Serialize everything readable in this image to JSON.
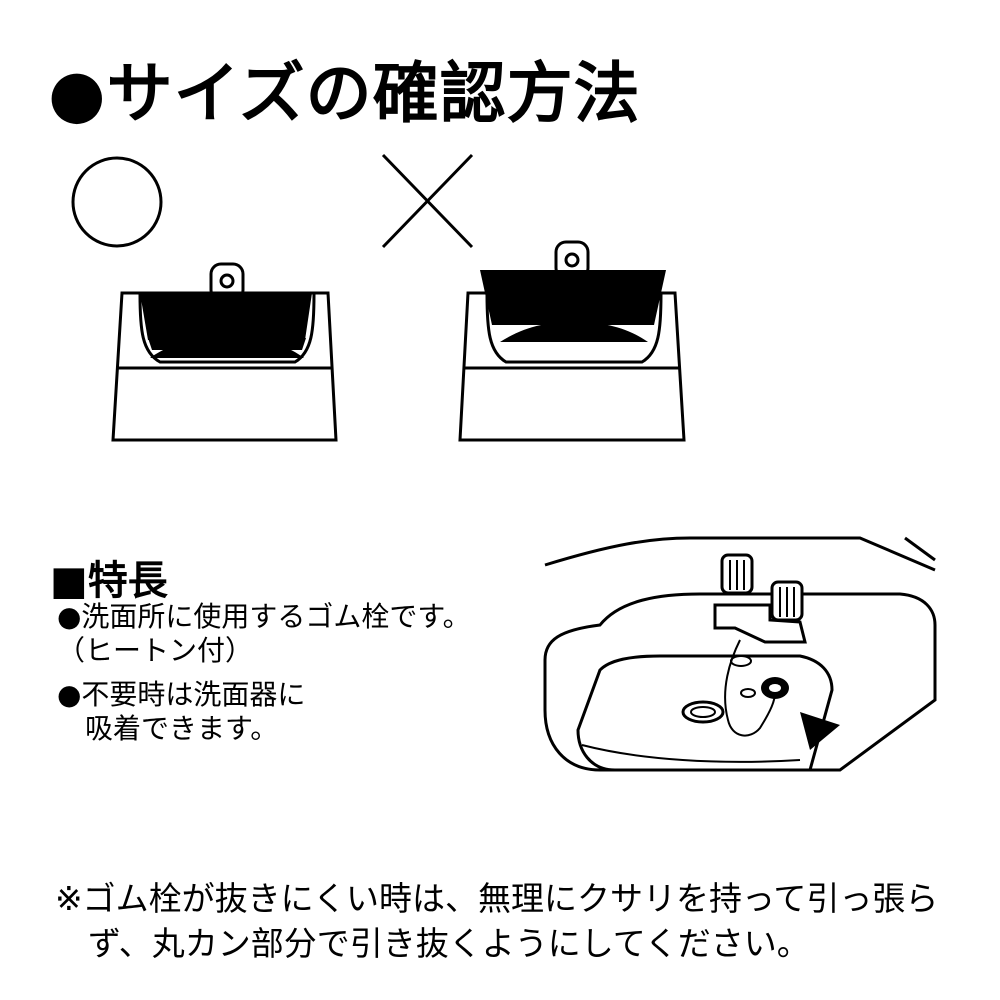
{
  "title": "●サイズの確認方法",
  "comparison": {
    "good_icon": "circle-mark-icon",
    "bad_icon": "cross-mark-icon"
  },
  "features": {
    "heading": "■特長",
    "items": [
      {
        "lines": [
          "●洗面所に使用するゴム栓です。",
          "（ヒートン付）"
        ]
      },
      {
        "lines": [
          "●不要時は洗面器に",
          "　吸着できます。"
        ]
      }
    ]
  },
  "note": {
    "lines": [
      "※ゴム栓が抜きにくい時は、無理にクサリを持って引っ張ら",
      "　ず、丸カン部分で引き抜くようにしてください。"
    ]
  }
}
